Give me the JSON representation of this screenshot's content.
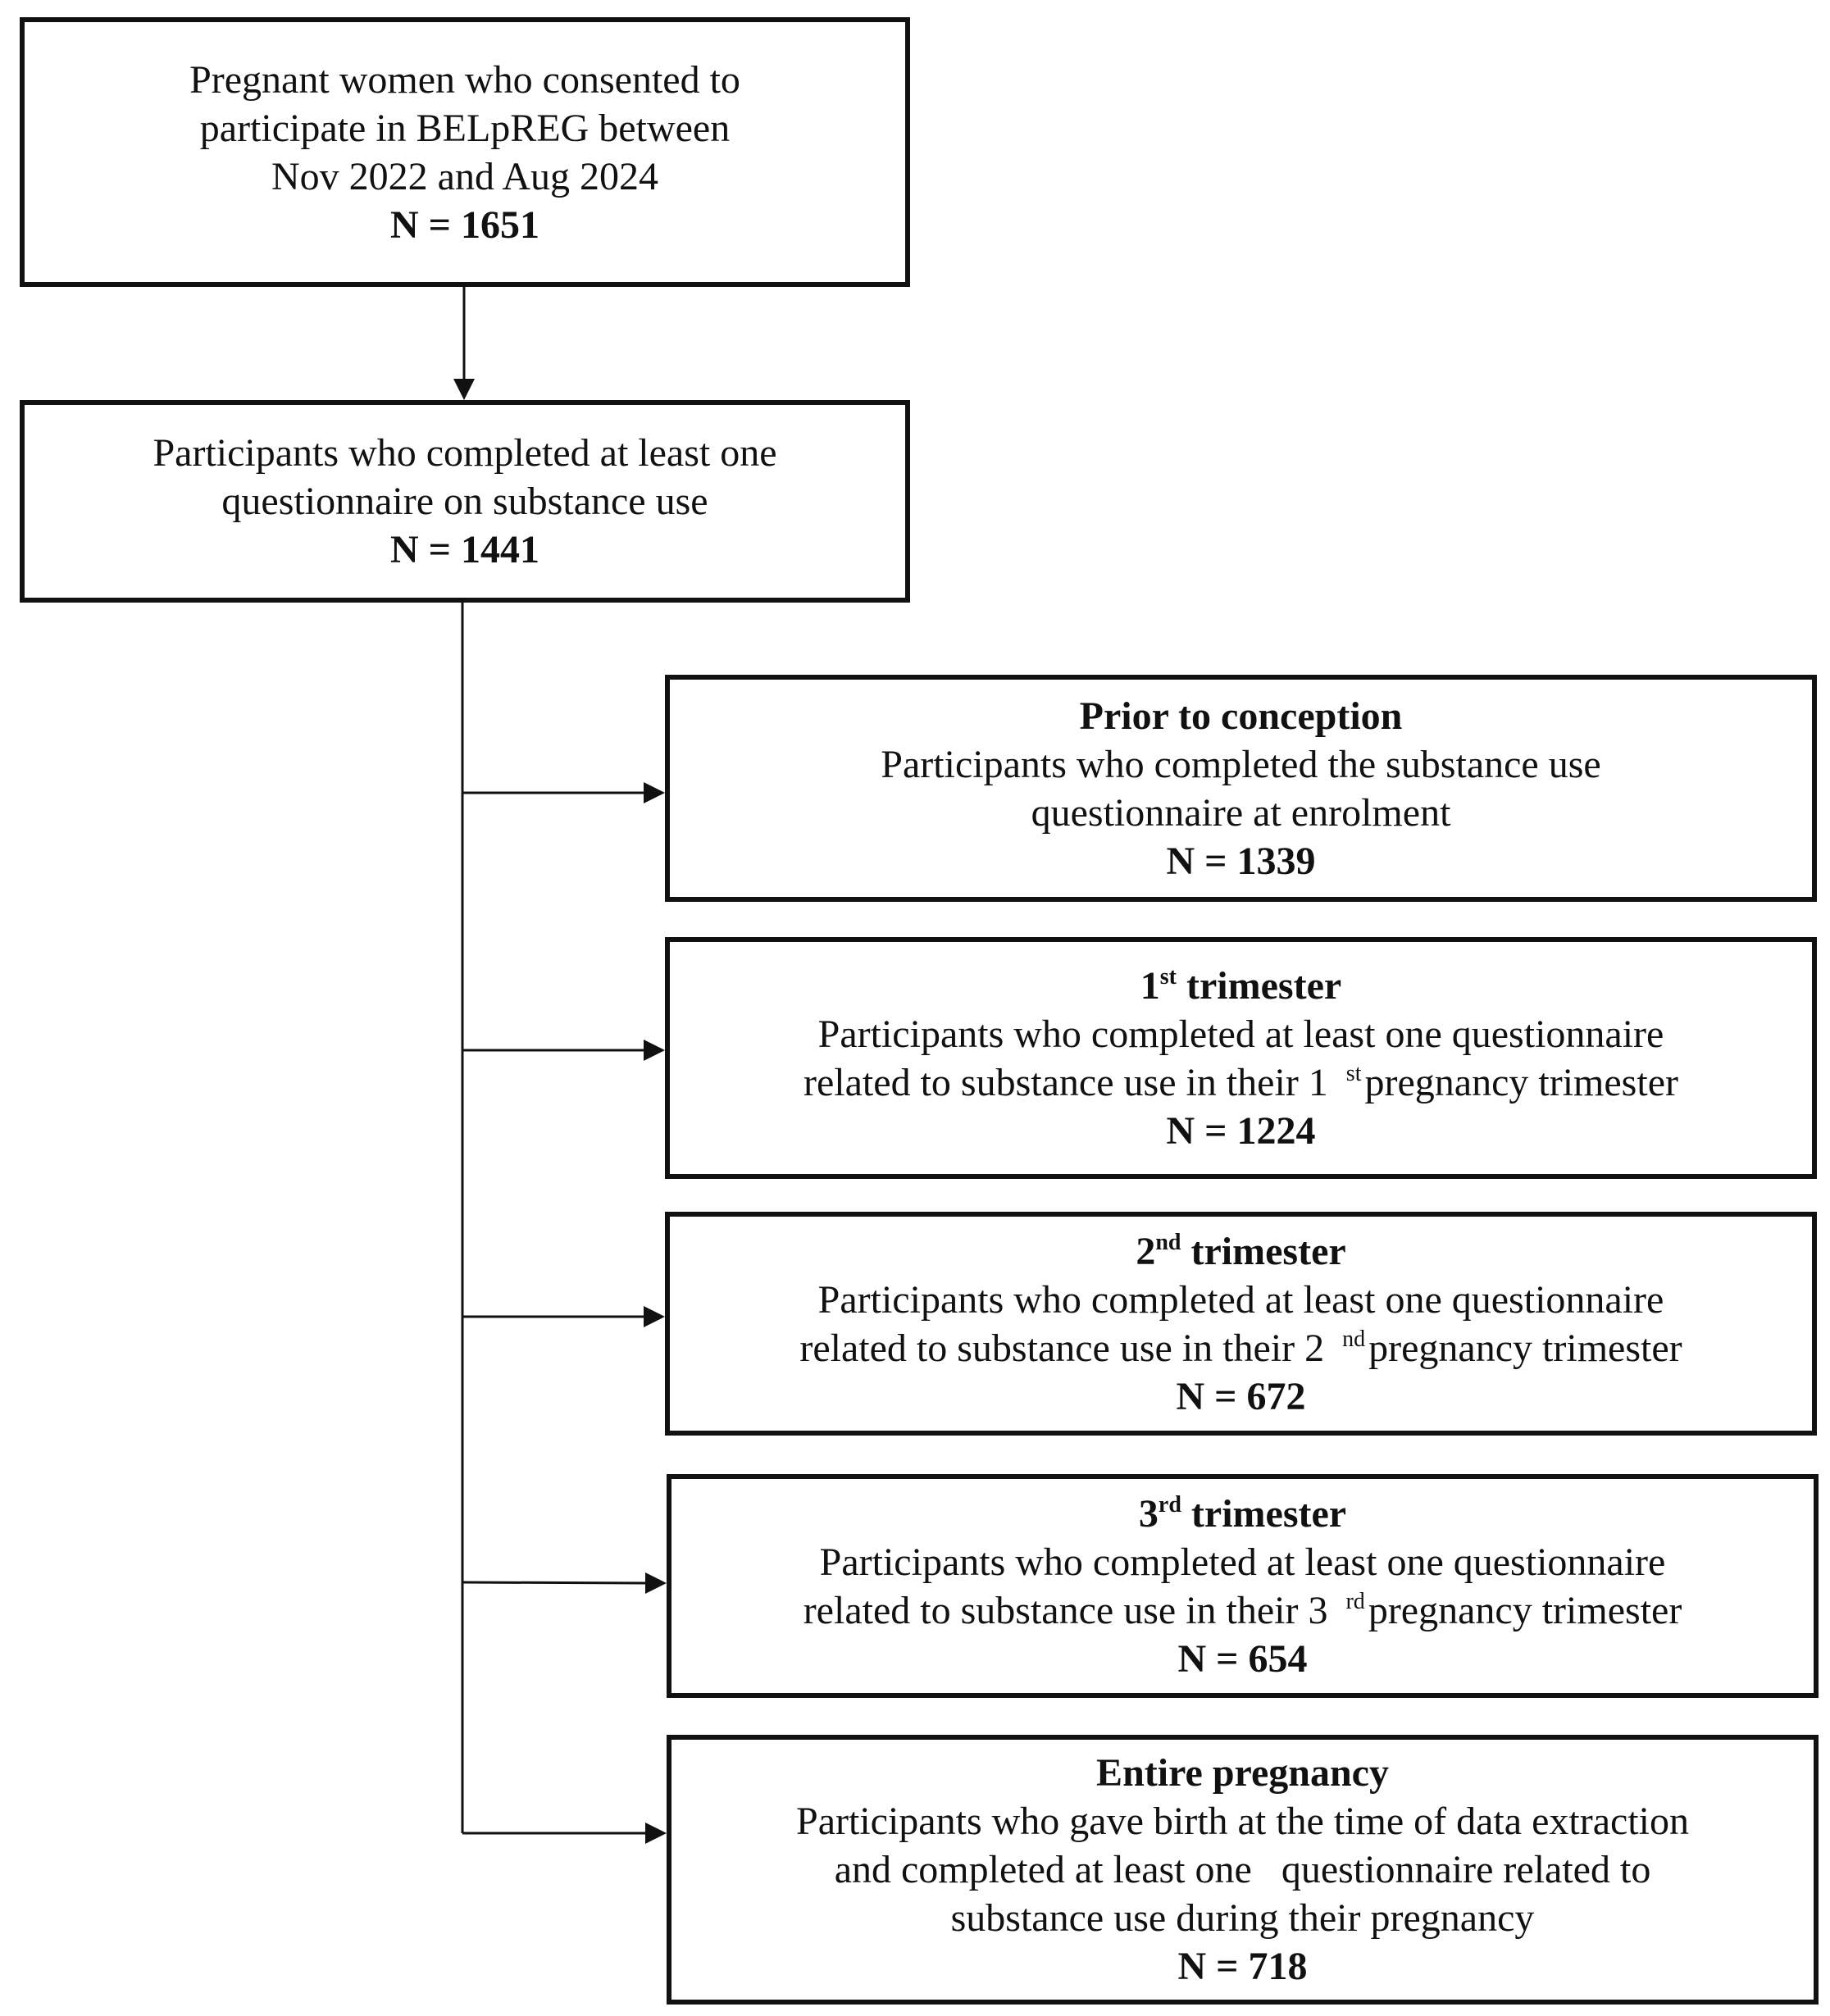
{
  "boxes": {
    "consented": {
      "lines": [
        "Pregnant women who consented to",
        "participate in BELpREG between",
        "Nov 2022 and Aug 2024"
      ],
      "count": "N = 1651"
    },
    "completed": {
      "lines": [
        "Participants who completed at least one",
        "questionnaire on substance use"
      ],
      "count": "N = 1441"
    },
    "prior": {
      "title": "Prior to conception",
      "lines": [
        "Participants who completed the substance use",
        "questionnaire at enrolment"
      ],
      "count": "N = 1339"
    },
    "t1": {
      "title_num": "1",
      "title_sup": "st",
      "title_rest": " trimester",
      "line1": "Participants who completed at least one questionnaire",
      "line2_pre": "related to substance use in their 1",
      "line2_sup": "st",
      "line2_post": "pregnancy trimester",
      "count": "N = 1224"
    },
    "t2": {
      "title_num": "2",
      "title_sup": "nd",
      "title_rest": " trimester",
      "line1": "Participants who completed at least one questionnaire",
      "line2_pre": "related to substance use in their 2",
      "line2_sup": "nd",
      "line2_post": "pregnancy trimester",
      "count": "N = 672"
    },
    "t3": {
      "title_num": "3",
      "title_sup": "rd",
      "title_rest": " trimester",
      "line1": "Participants who completed at least one questionnaire",
      "line2_pre": "related to substance use in their 3",
      "line2_sup": "rd",
      "line2_post": "pregnancy trimester",
      "count": "N = 654"
    },
    "entire": {
      "title": "Entire pregnancy",
      "lines": [
        "Participants who gave birth at the time of data extraction",
        "and completed at least one   questionnaire related to",
        "substance use during their pregnancy"
      ],
      "count": "N = 718"
    }
  }
}
